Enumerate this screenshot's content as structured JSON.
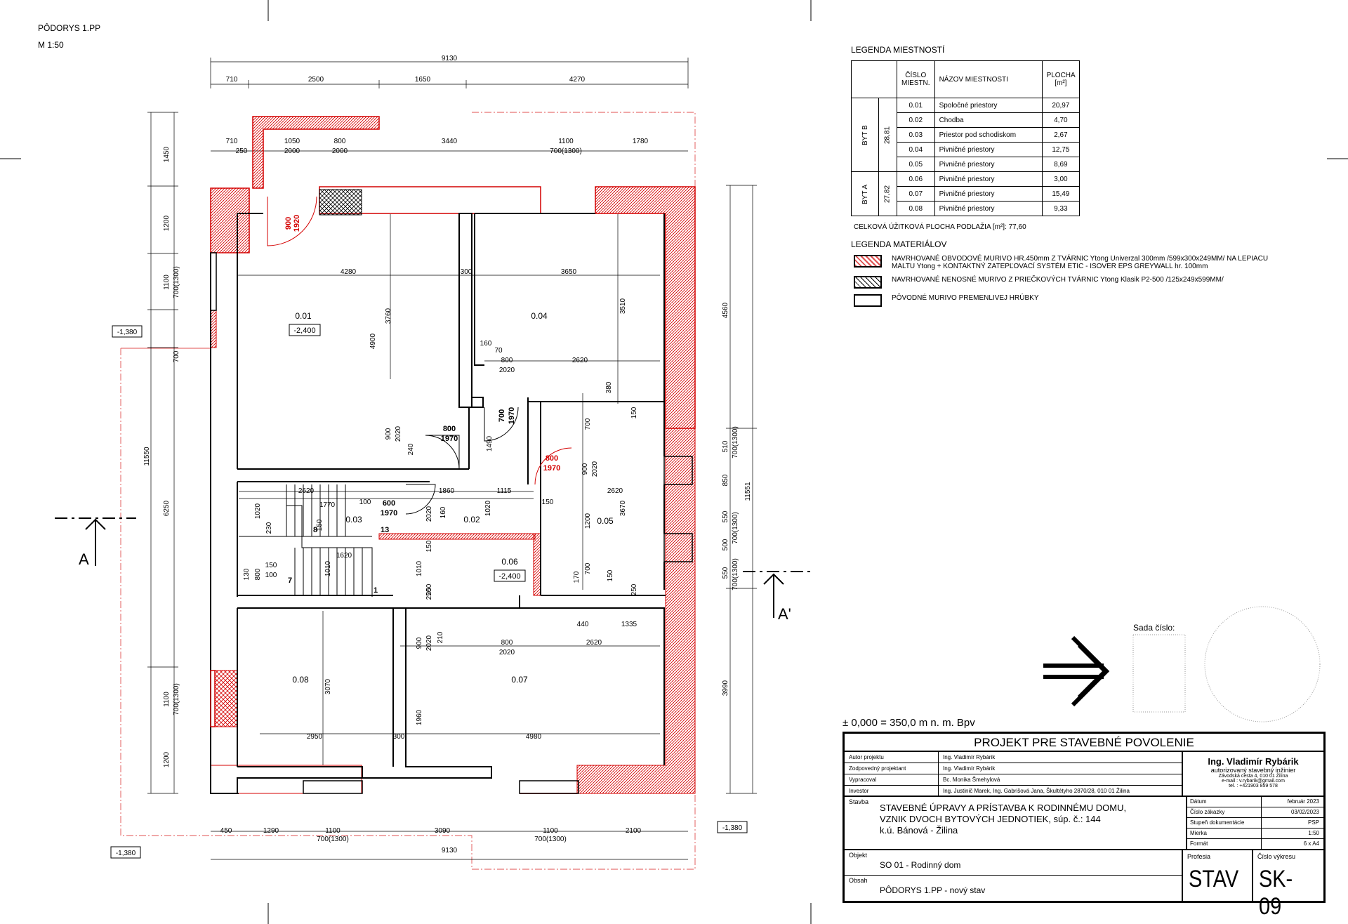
{
  "sheet": {
    "plan_title": "PÔDORYS 1.PP",
    "scale": "M 1:50",
    "datum_note": "± 0,000 = 350,0 m n. m. Bpv"
  },
  "dimensions": {
    "top_overall": "9130",
    "top_segments": [
      "710",
      "2500",
      "1650",
      "4270"
    ],
    "top_second_row": [
      "710",
      "250",
      "1050",
      "2000",
      "800",
      "2000",
      "3440",
      "1100",
      "700(1300)",
      "1780"
    ],
    "bottom_overall": "9130",
    "bottom_segments": [
      "450",
      "1290",
      "1100",
      "700(1300)",
      "3090",
      "1100",
      "700(1300)",
      "2100"
    ],
    "left_overall": "11550",
    "left_segments": [
      "1450",
      "1200",
      "1100",
      "700(1300)",
      "700",
      "6250",
      "1100",
      "700(1300)",
      "1200"
    ],
    "right_overall": "11551",
    "right_segments": [
      "4560",
      "510",
      "700(1300)",
      "850",
      "550",
      "700(1300)",
      "500",
      "550",
      "700(1300)",
      "3990"
    ],
    "interior": [
      "4280",
      "300",
      "3650",
      "3760",
      "4900",
      "3510",
      "160",
      "70",
      "800",
      "2020",
      "2620",
      "380",
      "700",
      "150",
      "900",
      "2020",
      "240",
      "1490",
      "2620",
      "1770",
      "100",
      "1860",
      "1115",
      "150",
      "1020",
      "230",
      "150",
      "1620",
      "1010",
      "800",
      "130",
      "150",
      "100",
      "2020",
      "160",
      "1020",
      "1010",
      "250",
      "150",
      "900",
      "2020",
      "1200",
      "3670",
      "2620",
      "170",
      "700",
      "150",
      "250",
      "440",
      "1335",
      "800",
      "2020",
      "2620",
      "900",
      "2020",
      "210",
      "3070",
      "1960",
      "2950",
      "300",
      "4980",
      "250"
    ],
    "level_marks": [
      "-1,380",
      "-1,380",
      "-1,380"
    ]
  },
  "rooms_on_plan": [
    {
      "id": "0.01",
      "level": "-2,400"
    },
    {
      "id": "0.02"
    },
    {
      "id": "0.03"
    },
    {
      "id": "0.04"
    },
    {
      "id": "0.05"
    },
    {
      "id": "0.06",
      "level": "-2,400"
    },
    {
      "id": "0.07"
    },
    {
      "id": "0.08"
    }
  ],
  "doors": [
    {
      "w": "900",
      "h": "1920",
      "color": "#d40000"
    },
    {
      "w": "800",
      "h": "1970",
      "color": "#000000"
    },
    {
      "w": "700",
      "h": "1970",
      "color": "#000000"
    },
    {
      "w": "800",
      "h": "1970",
      "color": "#d40000"
    },
    {
      "w": "600",
      "h": "1970",
      "color": "#000000"
    }
  ],
  "stair_labels": [
    "8",
    "13",
    "7",
    "1"
  ],
  "section_marks": [
    "A",
    "A'"
  ],
  "legend_rooms": {
    "title": "LEGENDA MIESTNOSTÍ",
    "headers": [
      "ČÍSLO MIESTN.",
      "NÁZOV MIESTNOSTI",
      "PLOCHA [m²]"
    ],
    "groups": [
      {
        "name": "BYT B",
        "area": "28,81",
        "rows": [
          [
            "0.01",
            "Spoločné priestory",
            "20,97"
          ],
          [
            "0.02",
            "Chodba",
            "4,70"
          ],
          [
            "0.03",
            "Priestor pod schodiskom",
            "2,67"
          ],
          [
            "0.04",
            "Pivničné priestory",
            "12,75"
          ],
          [
            "0.05",
            "Pivničné priestory",
            "8,69"
          ]
        ]
      },
      {
        "name": "BYT A",
        "area": "27,82",
        "rows": [
          [
            "0.06",
            "Pivničné priestory",
            "3,00"
          ],
          [
            "0.07",
            "Pivničné priestory",
            "15,49"
          ],
          [
            "0.08",
            "Pivničné priestory",
            "9,33"
          ]
        ]
      }
    ],
    "total": "CELKOVÁ ÚŽITKOVÁ PLOCHA PODLAŽIA [m²]: 77,60"
  },
  "legend_materials": {
    "title": "LEGENDA MATERIÁLOV",
    "items": [
      {
        "swatch": "red-hatch",
        "text": "NAVRHOVANÉ OBVODOVÉ MURIVO HR.450mm Z TVÁRNIC Ytong Univerzal 300mm /599x300x249MM/ NA LEPIACU MALTU Ytong + KONTAKTNÝ ZATEPĽOVACÍ SYSTÉM ETIC - ISOVER EPS GREYWALL hr. 100mm"
      },
      {
        "swatch": "cross-hatch",
        "text": "NAVRHOVANÉ NENOSNÉ MURIVO Z PRIEČKOVÝCH TVÁRNIC Ytong Klasik P2-500 /125x249x599MM/"
      },
      {
        "swatch": "empty",
        "text": "PÔVODNÉ MURIVO PREMENLIVEJ HRÚBKY"
      }
    ]
  },
  "sada": {
    "label": "Sada číslo:"
  },
  "title_block": {
    "heading": "PROJEKT PRE STAVEBNÉ POVOLENIE",
    "people": [
      [
        "Autor projektu",
        "Ing. Vladimír Rybárik"
      ],
      [
        "Zodpovedný projektant",
        "Ing. Vladimír Rybárik"
      ],
      [
        "Vypracoval",
        "Bc. Monika Šmehylová"
      ],
      [
        "Investor",
        "Ing. Justinič Marek, Ing. Gabrišová Jana, Škultétyho 2870/28, 010 01 Žilina"
      ]
    ],
    "firm_name": "Ing. Vladimír Rybárik",
    "firm_role": "autorizovaný stavebný inžinier",
    "firm_address": "Závodská cesta 4, 010 01 Žilina",
    "firm_email": "e-mail : v.rybarik@gmail.com",
    "firm_tel": "tel. : +421903 859 578",
    "stavba_label": "Stavba",
    "stavba_text": [
      "STAVEBNÉ ÚPRAVY A PRÍSTAVBA K RODINNÉMU DOMU,",
      "VZNIK DVOCH BYTOVÝCH JEDNOTIEK, súp. č.: 144",
      "k.ú. Bánová - Žilina"
    ],
    "meta": [
      [
        "Dátum",
        "február 2023"
      ],
      [
        "Číslo zákazky",
        "03/02/2023"
      ],
      [
        "Stupeň dokumentácie",
        "PSP"
      ],
      [
        "Mierka",
        "1:50"
      ],
      [
        "Formát",
        "6 x A4"
      ]
    ],
    "objekt_label": "Objekt",
    "objekt_text": "SO 01 - Rodinný dom",
    "obsah_label": "Obsah",
    "obsah_text": "PÔDORYS 1.PP - nový stav",
    "profesia_label": "Profesia",
    "profesia_value": "STAV",
    "cislo_label": "Číslo výkresu",
    "cislo_value": "SK-09"
  }
}
